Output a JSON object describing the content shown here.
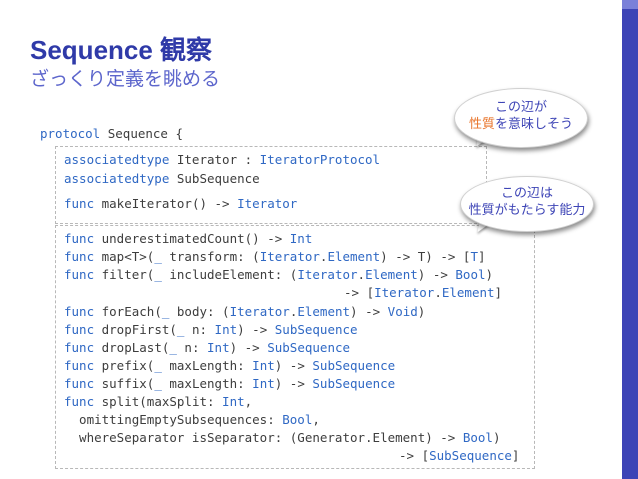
{
  "slide": {
    "title": "Sequence 観察",
    "subtitle": "ざっくり定義を眺める",
    "colors": {
      "accent": "#3d44b6",
      "title": "#2f3aa8",
      "keyword": "#2f68c4",
      "highlight": "#e8742a"
    }
  },
  "code": {
    "protocol_kw": "protocol",
    "protocol_rest": " Sequence {",
    "box1": {
      "l1_kw": "associatedtype",
      "l1_a": " Iterator : ",
      "l1_ty": "IteratorProtocol",
      "l2_kw": "associatedtype",
      "l2_a": " SubSequence",
      "l3_kw": "func",
      "l3_a": " makeIterator() -> ",
      "l3_ty": "Iterator"
    },
    "box2": {
      "l1_kw": "func",
      "l1_a": " underestimatedCount() -> ",
      "l1_ty": "Int",
      "l2_kw": "func",
      "l2_a": " map<T>(",
      "l2_b": "_",
      "l2_c": " transform: (",
      "l2_d": "Iterator",
      "l2_e": ".",
      "l2_f": "Element",
      "l2_g": ") -> T) -> [",
      "l2_h": "T",
      "l2_i": "]",
      "l3_kw": "func",
      "l3_a": " filter(",
      "l3_b": "_",
      "l3_c": " includeElement: (",
      "l3_d": "Iterator",
      "l3_e": ".",
      "l3_f": "Element",
      "l3_g": ") -> ",
      "l3_h": "Bool",
      "l3_i": ")",
      "l4_a": "-> [",
      "l4_b": "Iterator",
      "l4_c": ".",
      "l4_d": "Element",
      "l4_e": "]",
      "l5_kw": "func",
      "l5_a": " forEach(",
      "l5_b": "_",
      "l5_c": " body: (",
      "l5_d": "Iterator",
      "l5_e": ".",
      "l5_f": "Element",
      "l5_g": ") -> ",
      "l5_h": "Void",
      "l5_i": ")",
      "l6_kw": "func",
      "l6_a": " dropFirst(",
      "l6_b": "_",
      "l6_c": " n: ",
      "l6_d": "Int",
      "l6_e": ") -> ",
      "l6_f": "SubSequence",
      "l7_kw": "func",
      "l7_a": " dropLast(",
      "l7_b": "_",
      "l7_c": " n: ",
      "l7_d": "Int",
      "l7_e": ") -> ",
      "l7_f": "SubSequence",
      "l8_kw": "func",
      "l8_a": " prefix(",
      "l8_b": "_",
      "l8_c": " maxLength: ",
      "l8_d": "Int",
      "l8_e": ") -> ",
      "l8_f": "SubSequence",
      "l9_kw": "func",
      "l9_a": " suffix(",
      "l9_b": "_",
      "l9_c": " maxLength: ",
      "l9_d": "Int",
      "l9_e": ") -> ",
      "l9_f": "SubSequence",
      "l10_kw": "func",
      "l10_a": " split(maxSplit: ",
      "l10_b": "Int",
      "l10_c": ",",
      "l11_a": "  omittingEmptySubsequences: ",
      "l11_b": "Bool",
      "l11_c": ",",
      "l12_a": "  whereSeparator isSeparator: (Generator.Element) -> ",
      "l12_b": "Bool",
      "l12_c": ")",
      "l13_a": "-> [",
      "l13_b": "SubSequence",
      "l13_c": "]"
    }
  },
  "bubbles": {
    "b1_line1": "この辺が",
    "b1_line2_em": "性質",
    "b1_line2_rest": "を意味しそう",
    "b2_line1": "この辺は",
    "b2_line2": "性質がもたらす能力"
  }
}
